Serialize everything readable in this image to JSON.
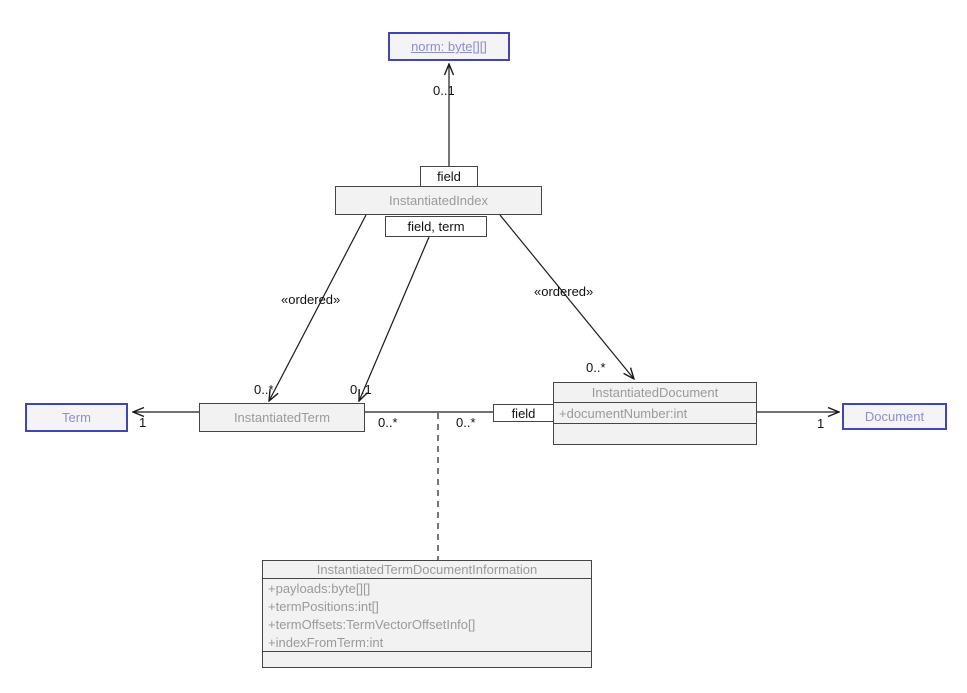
{
  "colors": {
    "reference_border": "#4245b4",
    "reference_text": "#8d8fca",
    "class_border": "#454545",
    "class_fill": "#f2f2f2",
    "class_text": "#9a9a9a",
    "line_color": "#1a1a1a"
  },
  "classes": {
    "norm": {
      "name": "norm: byte[][]"
    },
    "instantiated_index": {
      "name": "InstantiatedIndex"
    },
    "term": {
      "name": "Term"
    },
    "instantiated_term": {
      "name": "InstantiatedTerm"
    },
    "instantiated_document": {
      "name": "InstantiatedDocument",
      "attributes": [
        "+documentNumber:int"
      ]
    },
    "document": {
      "name": "Document"
    },
    "instantiated_term_document_information": {
      "name": "InstantiatedTermDocumentInformation",
      "attributes": [
        "+payloads:byte[][]",
        "+termPositions:int[]",
        "+termOffsets:TermVectorOffsetInfo[]",
        "+indexFromTerm:int"
      ]
    }
  },
  "qualifiers": {
    "index_field": "field",
    "index_field_term": "field, term",
    "document_field": "field"
  },
  "multiplicities": {
    "norm_end": "0..1",
    "term_end": "1",
    "document_end": "1",
    "instantiated_term_left": "0..*",
    "instantiated_term_right": "0..1",
    "instantiated_document_end": "0..*",
    "assoc_term_side": "0..*",
    "assoc_document_side": "0..*"
  },
  "stereotypes": {
    "ordered_left": "«ordered»",
    "ordered_right": "«ordered»"
  }
}
